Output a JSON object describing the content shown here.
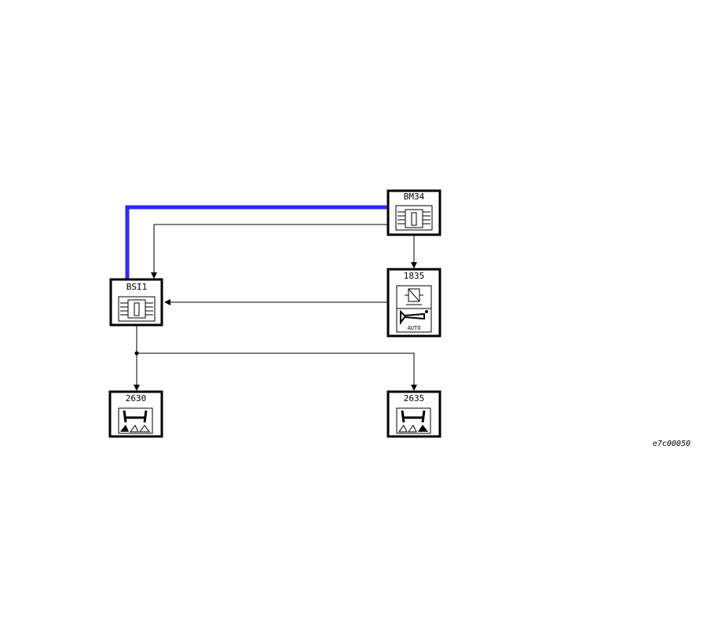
{
  "nodes": {
    "bm34": {
      "label": "BM34"
    },
    "bsi1": {
      "label": "BSI1"
    },
    "n1835": {
      "label": "1835",
      "sub": "AUTO"
    },
    "n2630": {
      "label": "2630"
    },
    "n2635": {
      "label": "2635"
    }
  },
  "reference": "e7c00050",
  "colors": {
    "bus": "#2a2aff",
    "line": "#000000"
  }
}
